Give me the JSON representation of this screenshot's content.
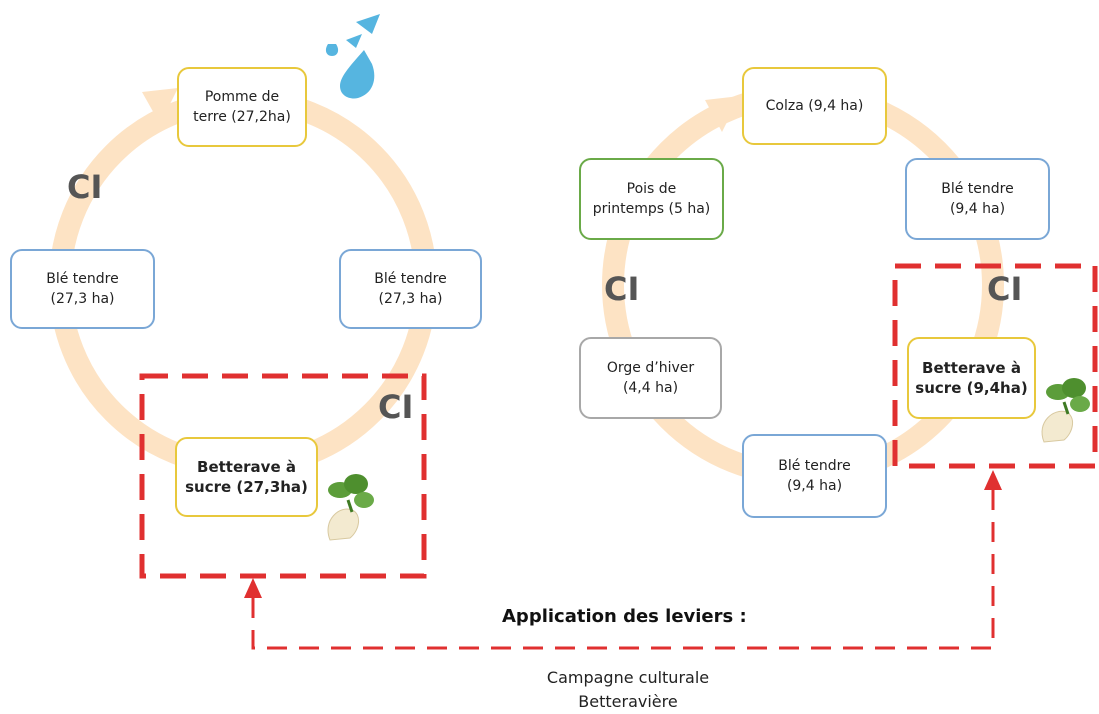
{
  "colors": {
    "ring": "#fde3c4",
    "dash": "#e03030",
    "yellow_border": "#e8c83c",
    "blue_border": "#7aa7d6",
    "green_border": "#6aaa48",
    "grey_border": "#a8a8a8",
    "water": "#56b5e0"
  },
  "left_cycle": {
    "pomme_de_terre": "Pomme de\nterre (27,2ha)",
    "ble_left": "Blé tendre\n(27,3 ha)",
    "ble_right": "Blé tendre\n(27,3 ha)",
    "betterave": "Betterave à\nsucre (27,3ha)",
    "ci_top": "CI",
    "ci_bottom": "CI"
  },
  "right_cycle": {
    "colza": "Colza (9,4 ha)",
    "pois": "Pois de\nprintemps (5 ha)",
    "ble_top_right": "Blé tendre\n(9,4 ha)",
    "orge": "Orge d’hiver\n(4,4 ha)",
    "betterave": "Betterave à\nsucre (9,4ha)",
    "ble_bottom": "Blé tendre\n(9,4 ha)",
    "ci_left": "CI",
    "ci_right": "CI"
  },
  "footer": {
    "title": "Application des leviers :",
    "subtitle": "Campagne culturale\nBetteravière"
  },
  "icons": [
    "water-drop-icon",
    "sugar-beet-icon"
  ]
}
